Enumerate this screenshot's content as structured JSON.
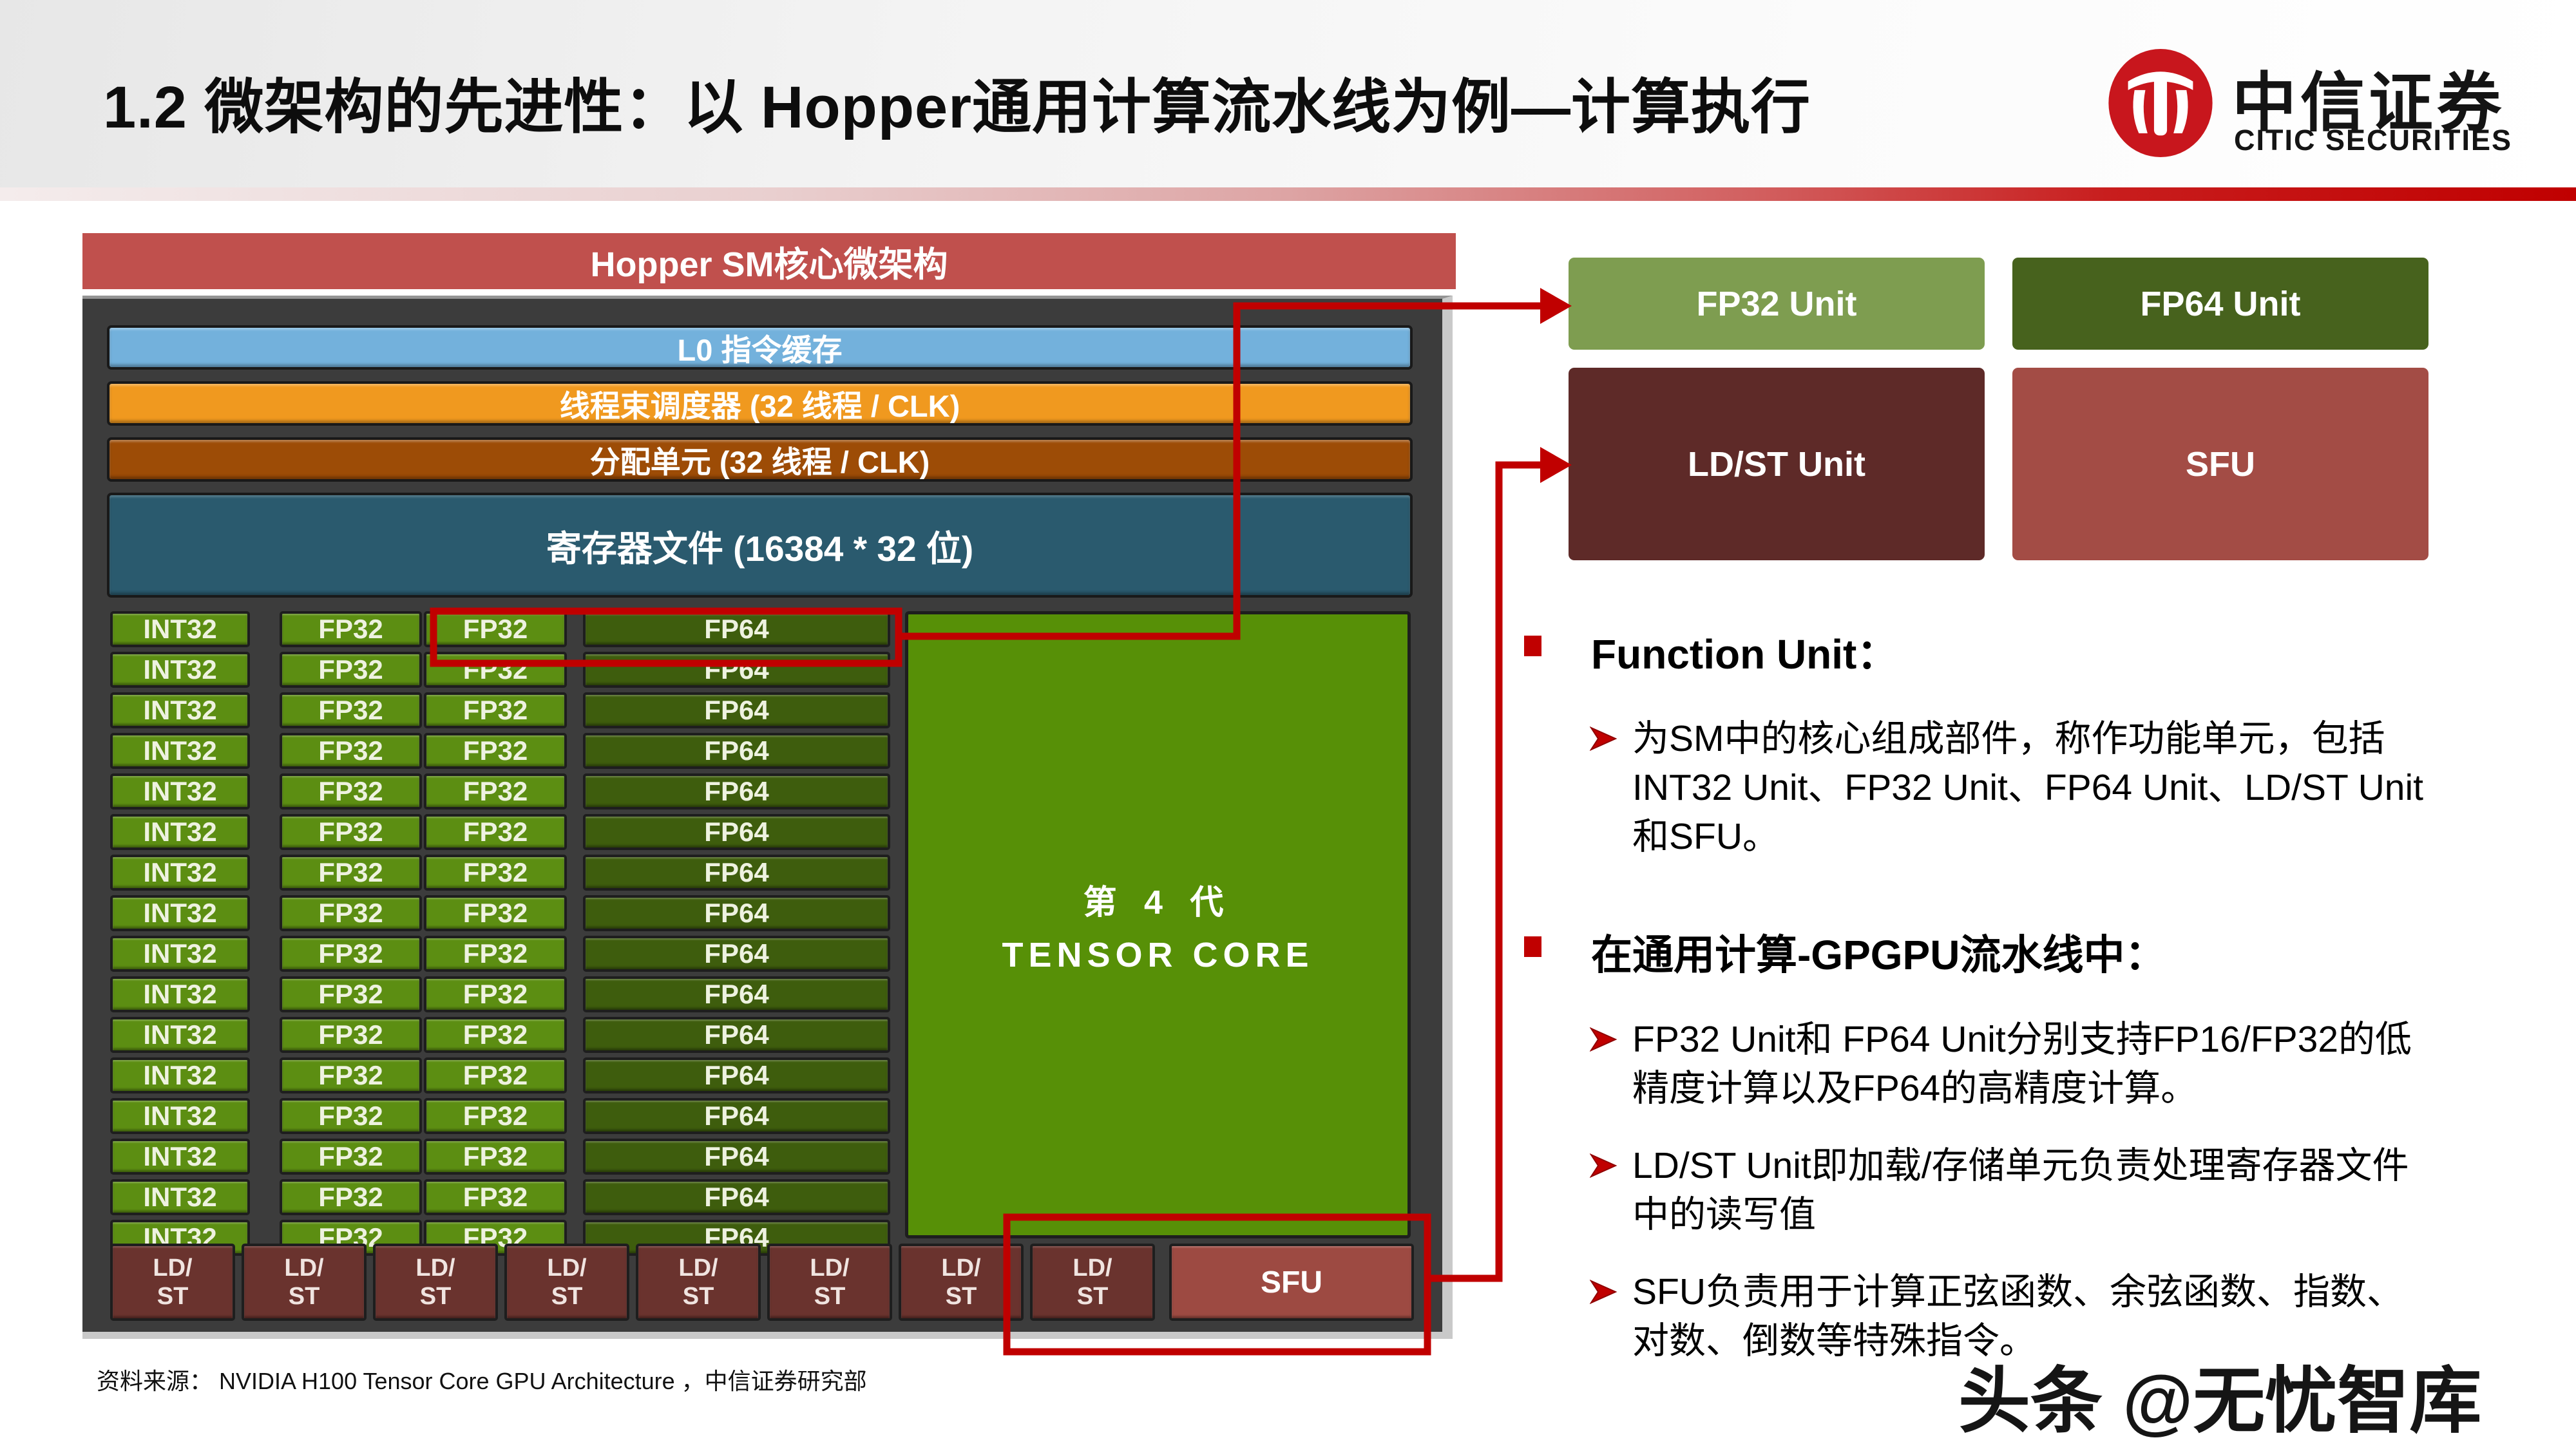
{
  "slide": {
    "title": "1.2 微架构的先进性：以 Hopper通用计算流水线为例—计算执行",
    "source": "资料来源： NVIDIA H100 Tensor Core GPU Architecture ，中信证券研究部",
    "watermark": "头条 @无忧智库"
  },
  "logo": {
    "cn": "中信证券",
    "en": "CITIC SECURITIES"
  },
  "diagram": {
    "header": "Hopper SM核心微架构",
    "l0_cache": "L0 指令缓存",
    "warp_scheduler": "线程束调度器 (32 线程 / CLK)",
    "dispatch_unit": "分配单元 (32 线程 / CLK)",
    "register_file": "寄存器文件 (16384 * 32 位)",
    "tensor_core_line1": "第 4 代",
    "tensor_core_line2": "TENSOR CORE",
    "grid": {
      "rows": 16,
      "int32": "INT32",
      "fp32": "FP32",
      "fp64": "FP64"
    },
    "ldst_row": {
      "count": 8,
      "line1": "LD/",
      "line2": "ST",
      "sfu": "SFU"
    }
  },
  "unit_boxes": [
    {
      "label": "FP32 Unit"
    },
    {
      "label": "FP64 Unit"
    },
    {
      "label": "LD/ST Unit"
    },
    {
      "label": "SFU"
    }
  ],
  "bullets": [
    {
      "heading": "Function Unit：",
      "items": [
        {
          "lines": [
            "为SM中的核心组成部件，称作功能单元，包括",
            "INT32 Unit、FP32 Unit、FP64 Unit、LD/ST Unit",
            "和SFU。"
          ]
        }
      ]
    },
    {
      "heading": "在通用计算-GPGPU流水线中：",
      "items": [
        {
          "lines": [
            " FP32 Unit和 FP64 Unit分别支持FP16/FP32的低",
            "精度计算以及FP64的高精度计算。"
          ]
        },
        {
          "lines": [
            "LD/ST  Unit即加载/存储单元负责处理寄存器文件",
            "中的读写值"
          ]
        },
        {
          "lines": [
            "SFU负责用于计算正弦函数、余弦函数、指数、",
            "对数、倒数等特殊指令。"
          ]
        }
      ]
    }
  ],
  "colors": {
    "accent_red": "#c00000",
    "header_bar_red": "#c0504d",
    "panel_gray": "#3c3c3c",
    "l0_blue": "#73b1dc",
    "warp_orange": "#f0991f",
    "dispatch_brown": "#9d4c06",
    "regfile_teal": "#2a5a6e",
    "green_cell": "#5c8e12",
    "fp64_cell": "#3e5d0d",
    "tensor_green": "#579007",
    "ldst_cell": "#6a332e",
    "sfu_cell": "#9d4a42",
    "fp32_unit": "#7e9d50",
    "fp64_unit": "#47621d",
    "ldst_unit": "#5e2a28",
    "sfu_unit": "#a34c45",
    "logo_red": "#c8161d"
  }
}
